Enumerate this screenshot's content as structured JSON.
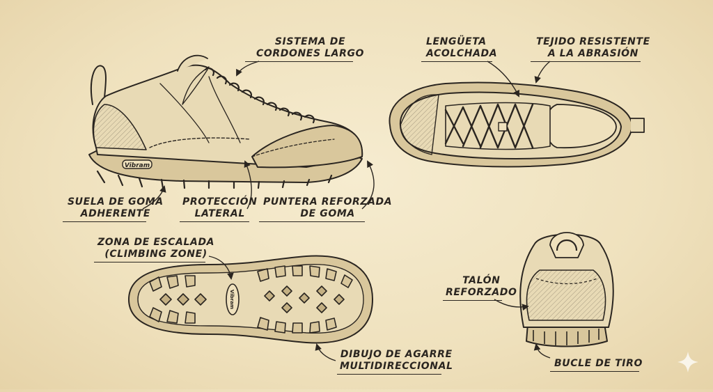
{
  "labels": {
    "laces": "SISTEMA DE\nCORDONES LARGO",
    "tongue": "LENGÜETA\nACOLCHADA",
    "fabric": "TEJIDO RESISTENTE\nA LA ABRASIÓN",
    "sole": "SUELA DE GOMA\nADHERENTE",
    "side_protection": "PROTECCIÓN\nLATERAL",
    "toe_cap": "PUNTERA REFORZADA\nDE GOMA",
    "climbing_zone": "ZONA DE ESCALADA\n(CLIMBING ZONE)",
    "heel": "TALÓN\nREFORZADO",
    "tread": "DIBUJO DE AGARRE\nMULTIDIRECCIONAL",
    "pull_loop": "BUCLE DE TIRO"
  },
  "logos": {
    "side_logo": "Vibram",
    "sole_logo": "Vibram"
  },
  "colors": {
    "ink": "#2a2520",
    "paper": "#f2e6c6",
    "shoe_fill": "#e8dab5",
    "shade": "#cbb98f"
  },
  "icons": {
    "corner_mark": "sparkle-icon"
  }
}
